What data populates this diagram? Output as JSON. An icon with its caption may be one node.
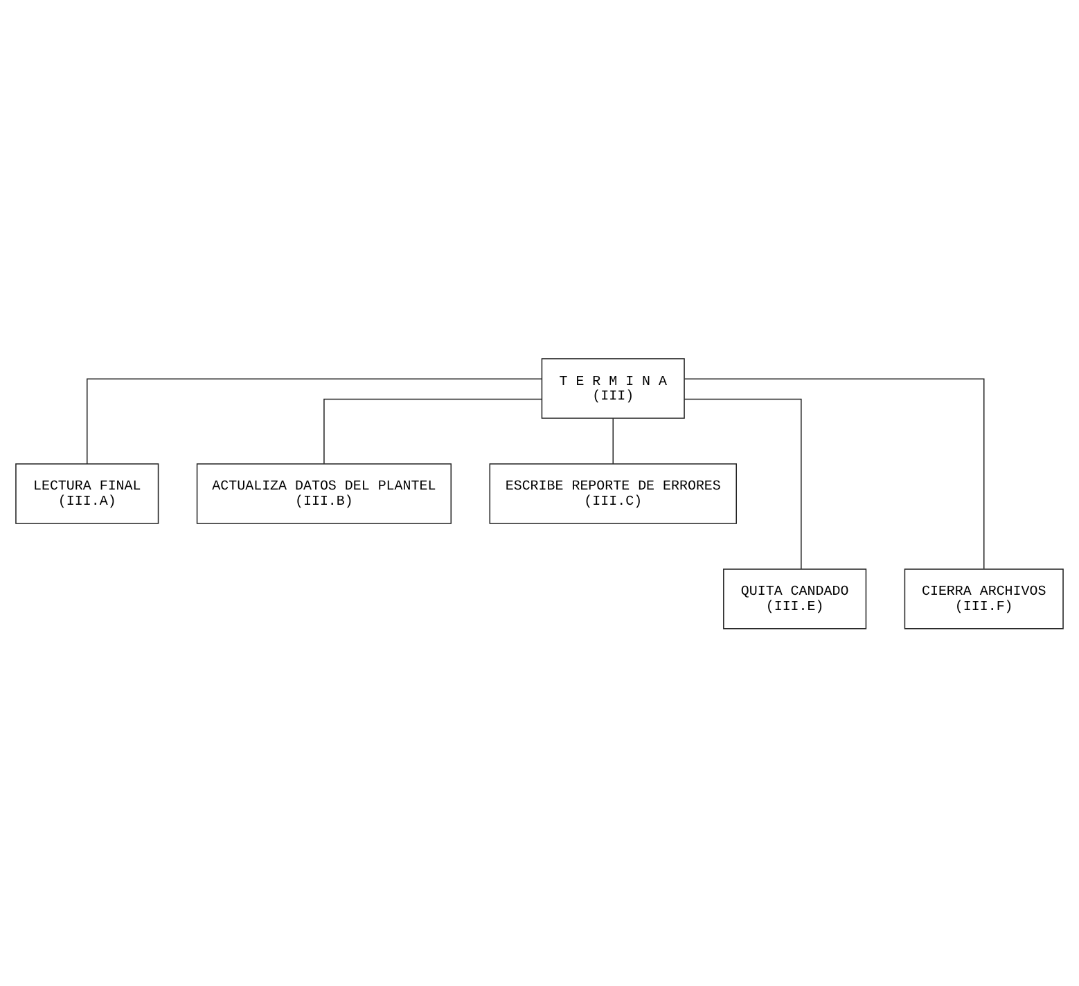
{
  "diagram": {
    "nodes": [
      {
        "text": [
          "T E R M I N A",
          "(III)"
        ]
      },
      {
        "text": [
          "LECTURA FINAL",
          "(III.A)"
        ]
      },
      {
        "text": [
          "ACTUALIZA DATOS DEL PLANTEL",
          "(III.B)"
        ]
      },
      {
        "text": [
          "ESCRIBE REPORTE DE ERRORES",
          "(III.C)"
        ]
      },
      {
        "text": [
          "QUITA CANDADO",
          "(III.E)"
        ]
      },
      {
        "text": [
          "CIERRA ARCHIVOS",
          "(III.F)"
        ]
      }
    ],
    "edges": [
      {
        "from": 0,
        "to": 1,
        "arrow": "none"
      },
      {
        "from": 0,
        "to": 2,
        "arrow": "none"
      },
      {
        "from": 0,
        "to": 3,
        "arrow": "none"
      },
      {
        "from": 0,
        "to": 4,
        "arrow": "none"
      },
      {
        "from": 0,
        "to": 5,
        "arrow": "none"
      }
    ]
  }
}
